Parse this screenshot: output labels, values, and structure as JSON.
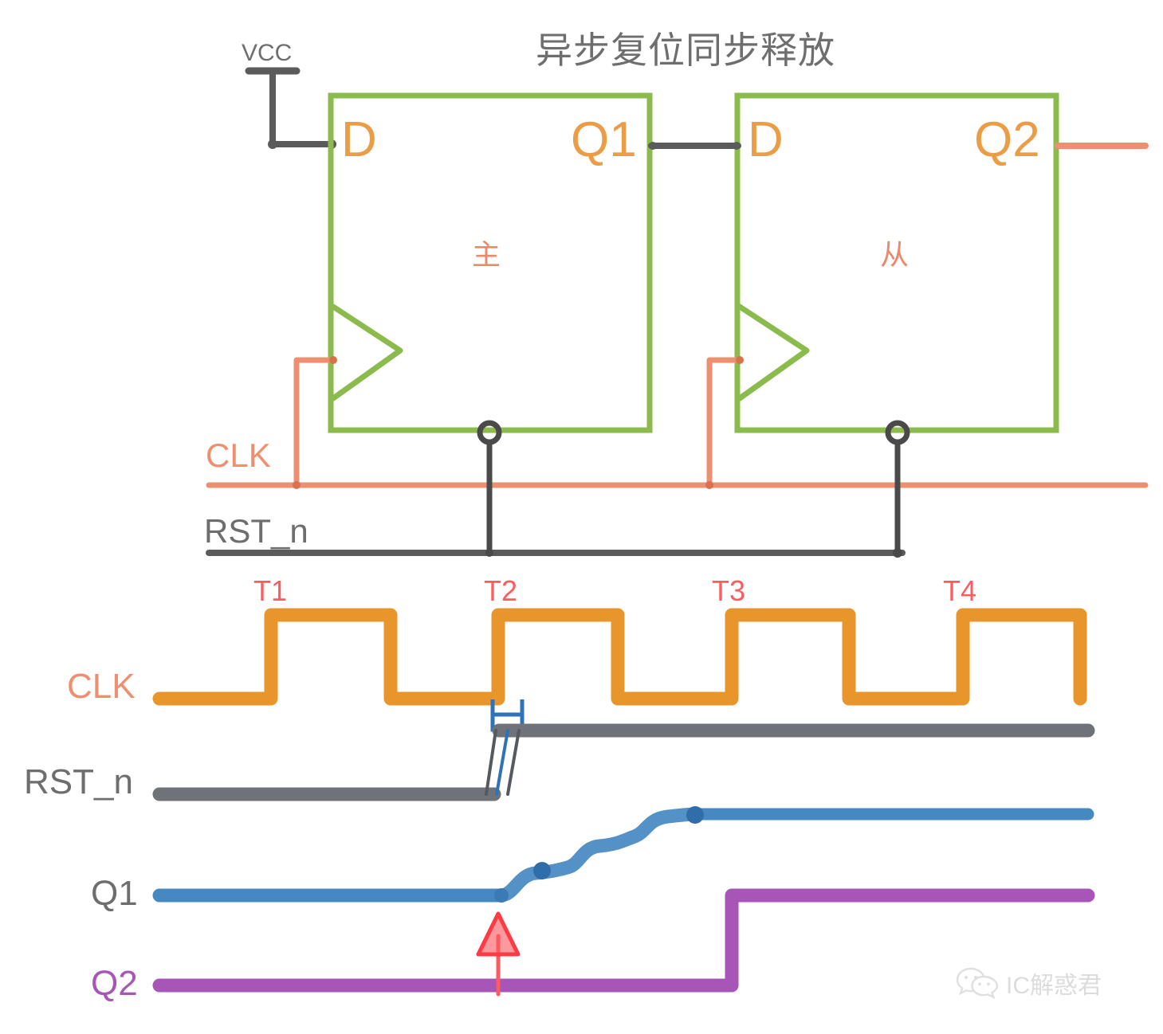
{
  "title": "异步复位同步释放",
  "circuit": {
    "vcc_label": "VCC",
    "clk_bus_label": "CLK",
    "rst_bus_label": "RST_n",
    "flipflops": [
      {
        "d_label": "D",
        "q_label": "Q1",
        "inner_label": "主"
      },
      {
        "d_label": "D",
        "q_label": "Q2",
        "inner_label": "从"
      }
    ]
  },
  "timing": {
    "edge_markers": [
      "T1",
      "T2",
      "T3",
      "T4"
    ],
    "signals": [
      {
        "name": "CLK",
        "label": "CLK",
        "color": "#e8952c"
      },
      {
        "name": "RST_n",
        "label": "RST_n",
        "color": "#6f7278"
      },
      {
        "name": "Q1",
        "label": "Q1",
        "color": "#4588c2"
      },
      {
        "name": "Q2",
        "label": "Q2",
        "color": "#a855b8"
      }
    ]
  },
  "watermark": {
    "text": "IC解惑君",
    "icon": "wechat-icon"
  },
  "colors": {
    "box_green": "#8cbb4d",
    "port_orange": "#eb9d46",
    "wire_gray": "#5b5b5b",
    "clk_salmon": "#ee9070",
    "clk_wave_orange": "#e8952c",
    "rst_wave_gray": "#6f7278",
    "q1_blue": "#4588c2",
    "q2_purple": "#a855b8",
    "marker_red": "#fc5b60",
    "meta_blue": "#2f72b8",
    "title_gray": "#6e6e6e"
  },
  "chart_data": {
    "type": "line",
    "title": "异步复位同步释放",
    "xlabel": "",
    "ylabel": "",
    "x_markers": [
      {
        "name": "T1",
        "x": 340
      },
      {
        "name": "T2",
        "x": 625
      },
      {
        "name": "T3",
        "x": 918
      },
      {
        "name": "T4",
        "x": 1208
      }
    ],
    "series": [
      {
        "name": "CLK",
        "color": "#e8952c",
        "description": "Square wave clock, 4 rising edges at T1..T4",
        "transitions": [
          {
            "x": 340,
            "level": 1
          },
          {
            "x": 490,
            "level": 0
          },
          {
            "x": 625,
            "level": 1
          },
          {
            "x": 775,
            "level": 0
          },
          {
            "x": 918,
            "level": 1
          },
          {
            "x": 1065,
            "level": 0
          },
          {
            "x": 1208,
            "level": 1
          },
          {
            "x": 1355,
            "level": 0
          }
        ]
      },
      {
        "name": "RST_n",
        "color": "#6f7278",
        "description": "Async reset released (rises) just after T2 falling edge; slanted/uncertain edge",
        "transitions": [
          {
            "x": 200,
            "level": 0
          },
          {
            "x": 615,
            "level": 0
          },
          {
            "x": 645,
            "level": 1
          },
          {
            "x": 1365,
            "level": 1
          }
        ]
      },
      {
        "name": "Q1",
        "color": "#4588c2",
        "description": "Master FF output goes metastable after T2, settles high before T3",
        "transitions": [
          {
            "x": 200,
            "level": 0
          },
          {
            "x": 625,
            "level": 0
          },
          {
            "x": 875,
            "level": 1
          },
          {
            "x": 1365,
            "level": 1
          }
        ],
        "metastable_region": {
          "x_start": 625,
          "x_end": 875
        }
      },
      {
        "name": "Q2",
        "color": "#a855b8",
        "description": "Slave FF output rises cleanly at T3",
        "transitions": [
          {
            "x": 200,
            "level": 0
          },
          {
            "x": 918,
            "level": 0
          },
          {
            "x": 918,
            "level": 1
          },
          {
            "x": 1365,
            "level": 1
          }
        ]
      }
    ],
    "annotations": [
      {
        "type": "arrow",
        "label": "",
        "color": "#fc5b60",
        "x": 625,
        "note": "Red up-arrow marking T2 sampling instant on Q1/Q2"
      },
      {
        "type": "bracket",
        "label": "",
        "color": "#2f72b8",
        "x": 625,
        "note": "Blue metastability / setup window bracket on RST_n edge"
      }
    ]
  }
}
